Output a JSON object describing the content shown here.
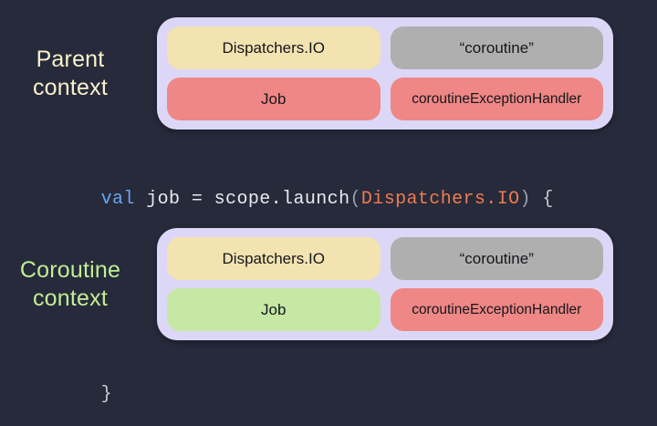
{
  "theme": {
    "background": "#262A3B",
    "card_background": "#DCD7F6",
    "chip_yellow": "#F2E3B0",
    "chip_grey": "#AFAFAF",
    "chip_red": "#EE8785",
    "chip_green": "#C5E8A4",
    "label_parent_color": "#FAF1CB",
    "label_coroutine_color": "#C1EE93",
    "code_keyword_color": "#6BA5F0",
    "code_plain_color": "#E9E9ED",
    "code_type_color": "#F07B50",
    "code_punct_color": "#9AA0AC"
  },
  "parent_context": {
    "label": "Parent\ncontext",
    "chips": [
      {
        "text": "Dispatchers.IO",
        "color": "yellow"
      },
      {
        "text": "“coroutine”",
        "color": "grey"
      },
      {
        "text": "Job",
        "color": "red"
      },
      {
        "text": "coroutineExceptionHandler",
        "color": "red"
      }
    ]
  },
  "coroutine_context": {
    "label": "Coroutine\ncontext",
    "chips": [
      {
        "text": "Dispatchers.IO",
        "color": "yellow"
      },
      {
        "text": "“coroutine”",
        "color": "grey"
      },
      {
        "text": "Job",
        "color": "green"
      },
      {
        "text": "coroutineExceptionHandler",
        "color": "red"
      }
    ]
  },
  "code": {
    "open_line": {
      "full_text": "val job = scope.launch(Dispatchers.IO) {",
      "keyword": "val",
      "space_1": " ",
      "identifier": "job = scope.launch",
      "paren_open": "(",
      "type": "Dispatchers.IO",
      "paren_close": ")",
      "space_2": " ",
      "brace_open": "{"
    },
    "close_line": {
      "brace_close": "}"
    }
  }
}
